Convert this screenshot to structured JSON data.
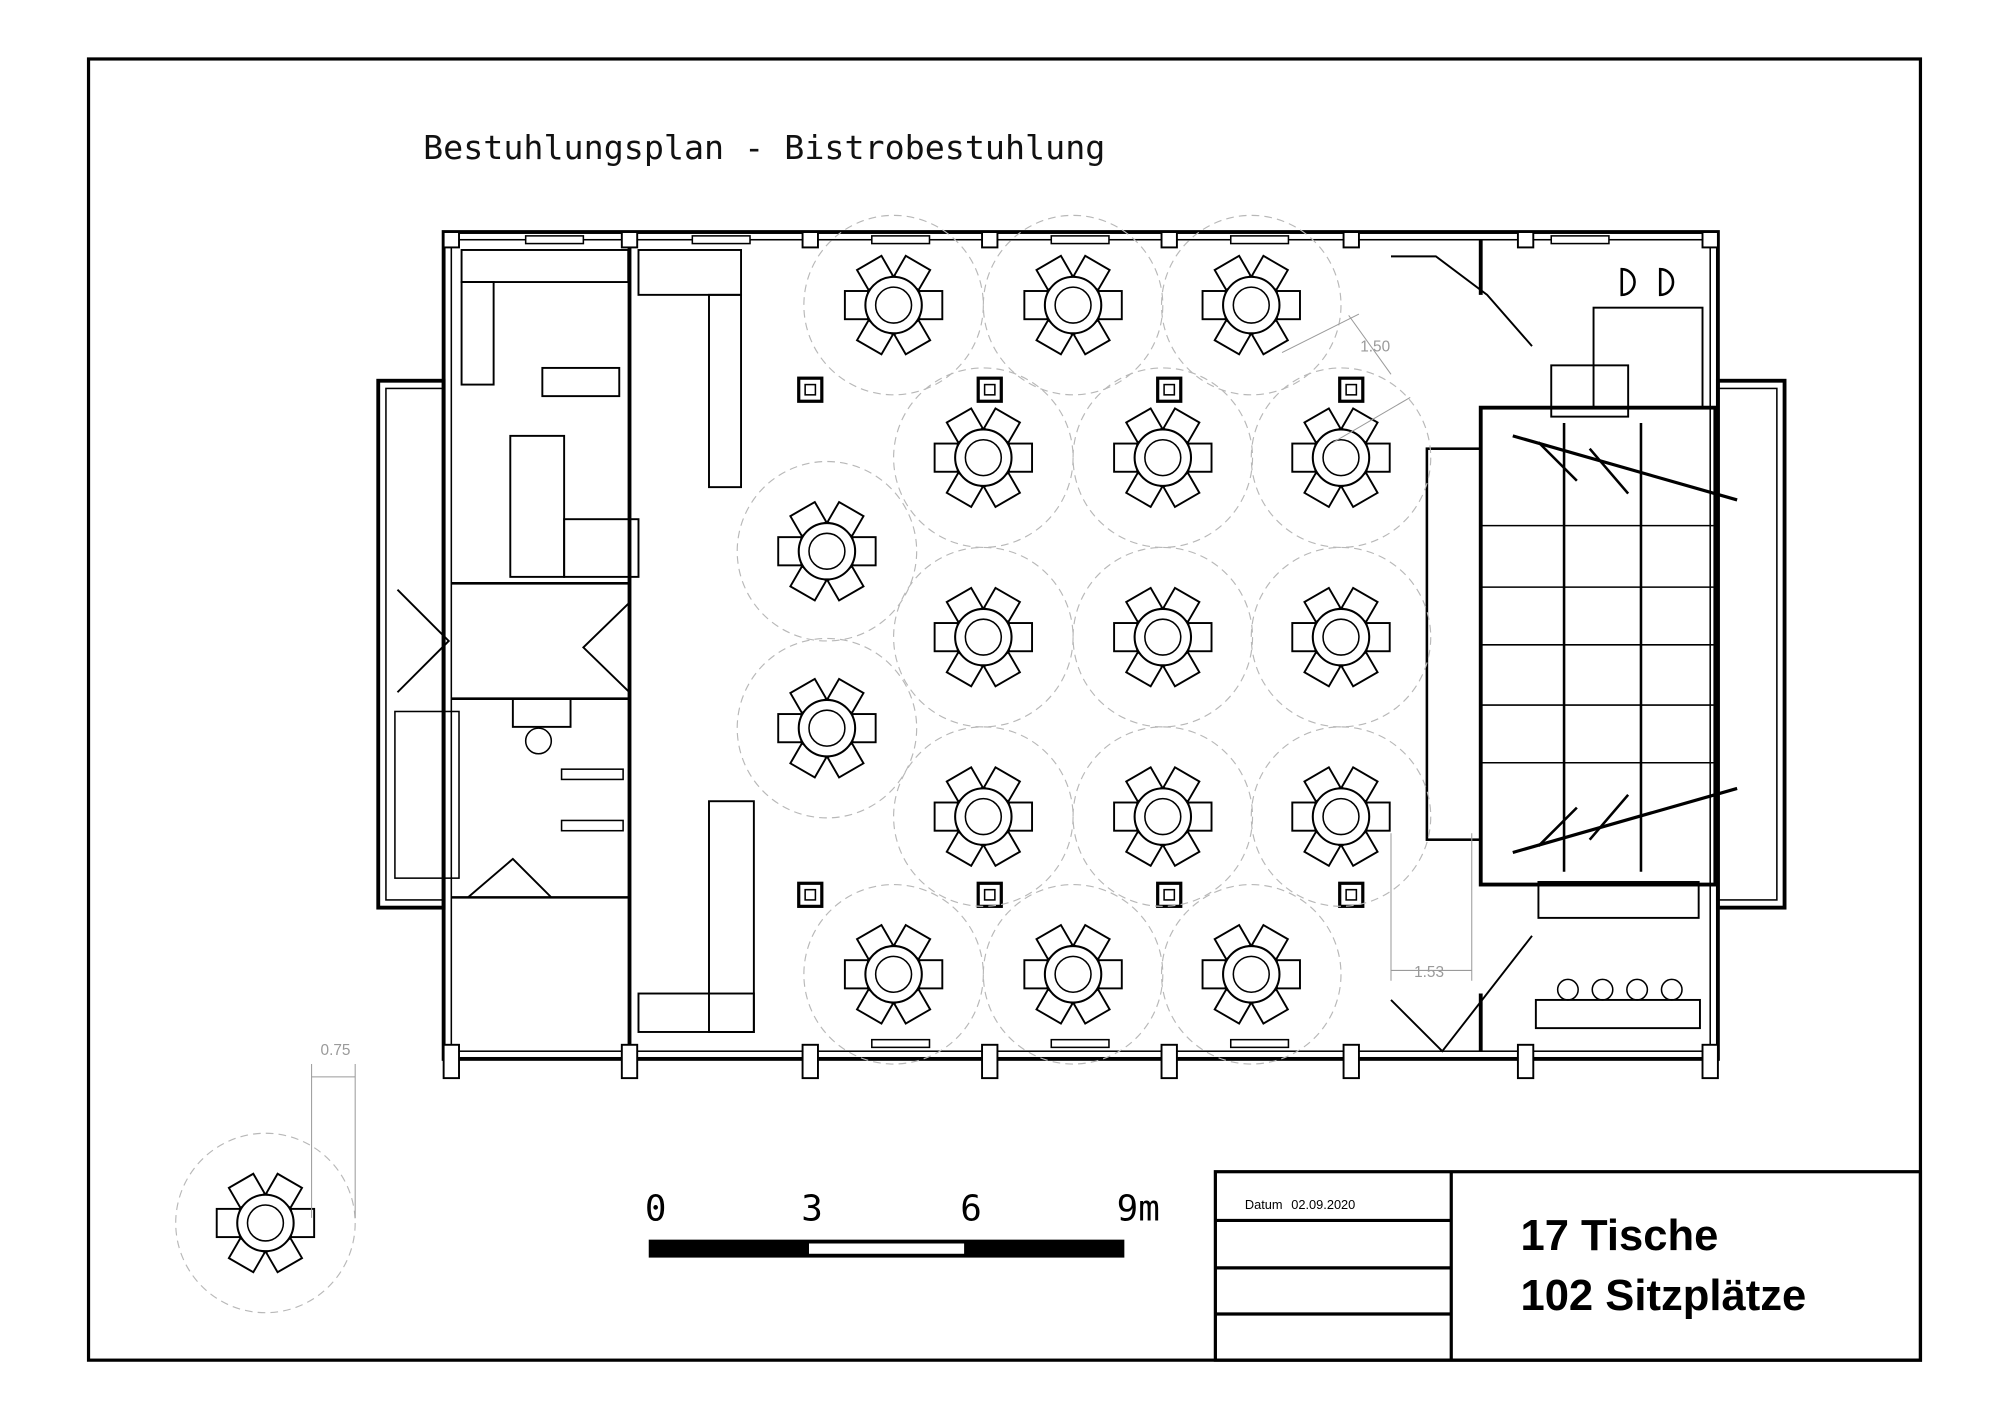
{
  "title": "Bestuhlungsplan - Bistrobestuhlung",
  "dimensions": {
    "table_spacing": "1.50",
    "aisle_width": "1.53",
    "chair_depth": "0.75"
  },
  "scale_bar": {
    "labels": [
      "0",
      "3",
      "6",
      "9m"
    ],
    "unit": "m"
  },
  "title_block": {
    "date_label": "Datum",
    "date_value": "02.09.2020",
    "tables_summary": "17 Tische",
    "seats_summary": "102 Sitzplätze"
  },
  "layout_stats": {
    "tables": 17,
    "chairs_per_table": 6,
    "seats": 102
  },
  "colors": {
    "line": "#000000",
    "dashed": "#b0b0b0",
    "dimension": "#9a9a9a"
  }
}
